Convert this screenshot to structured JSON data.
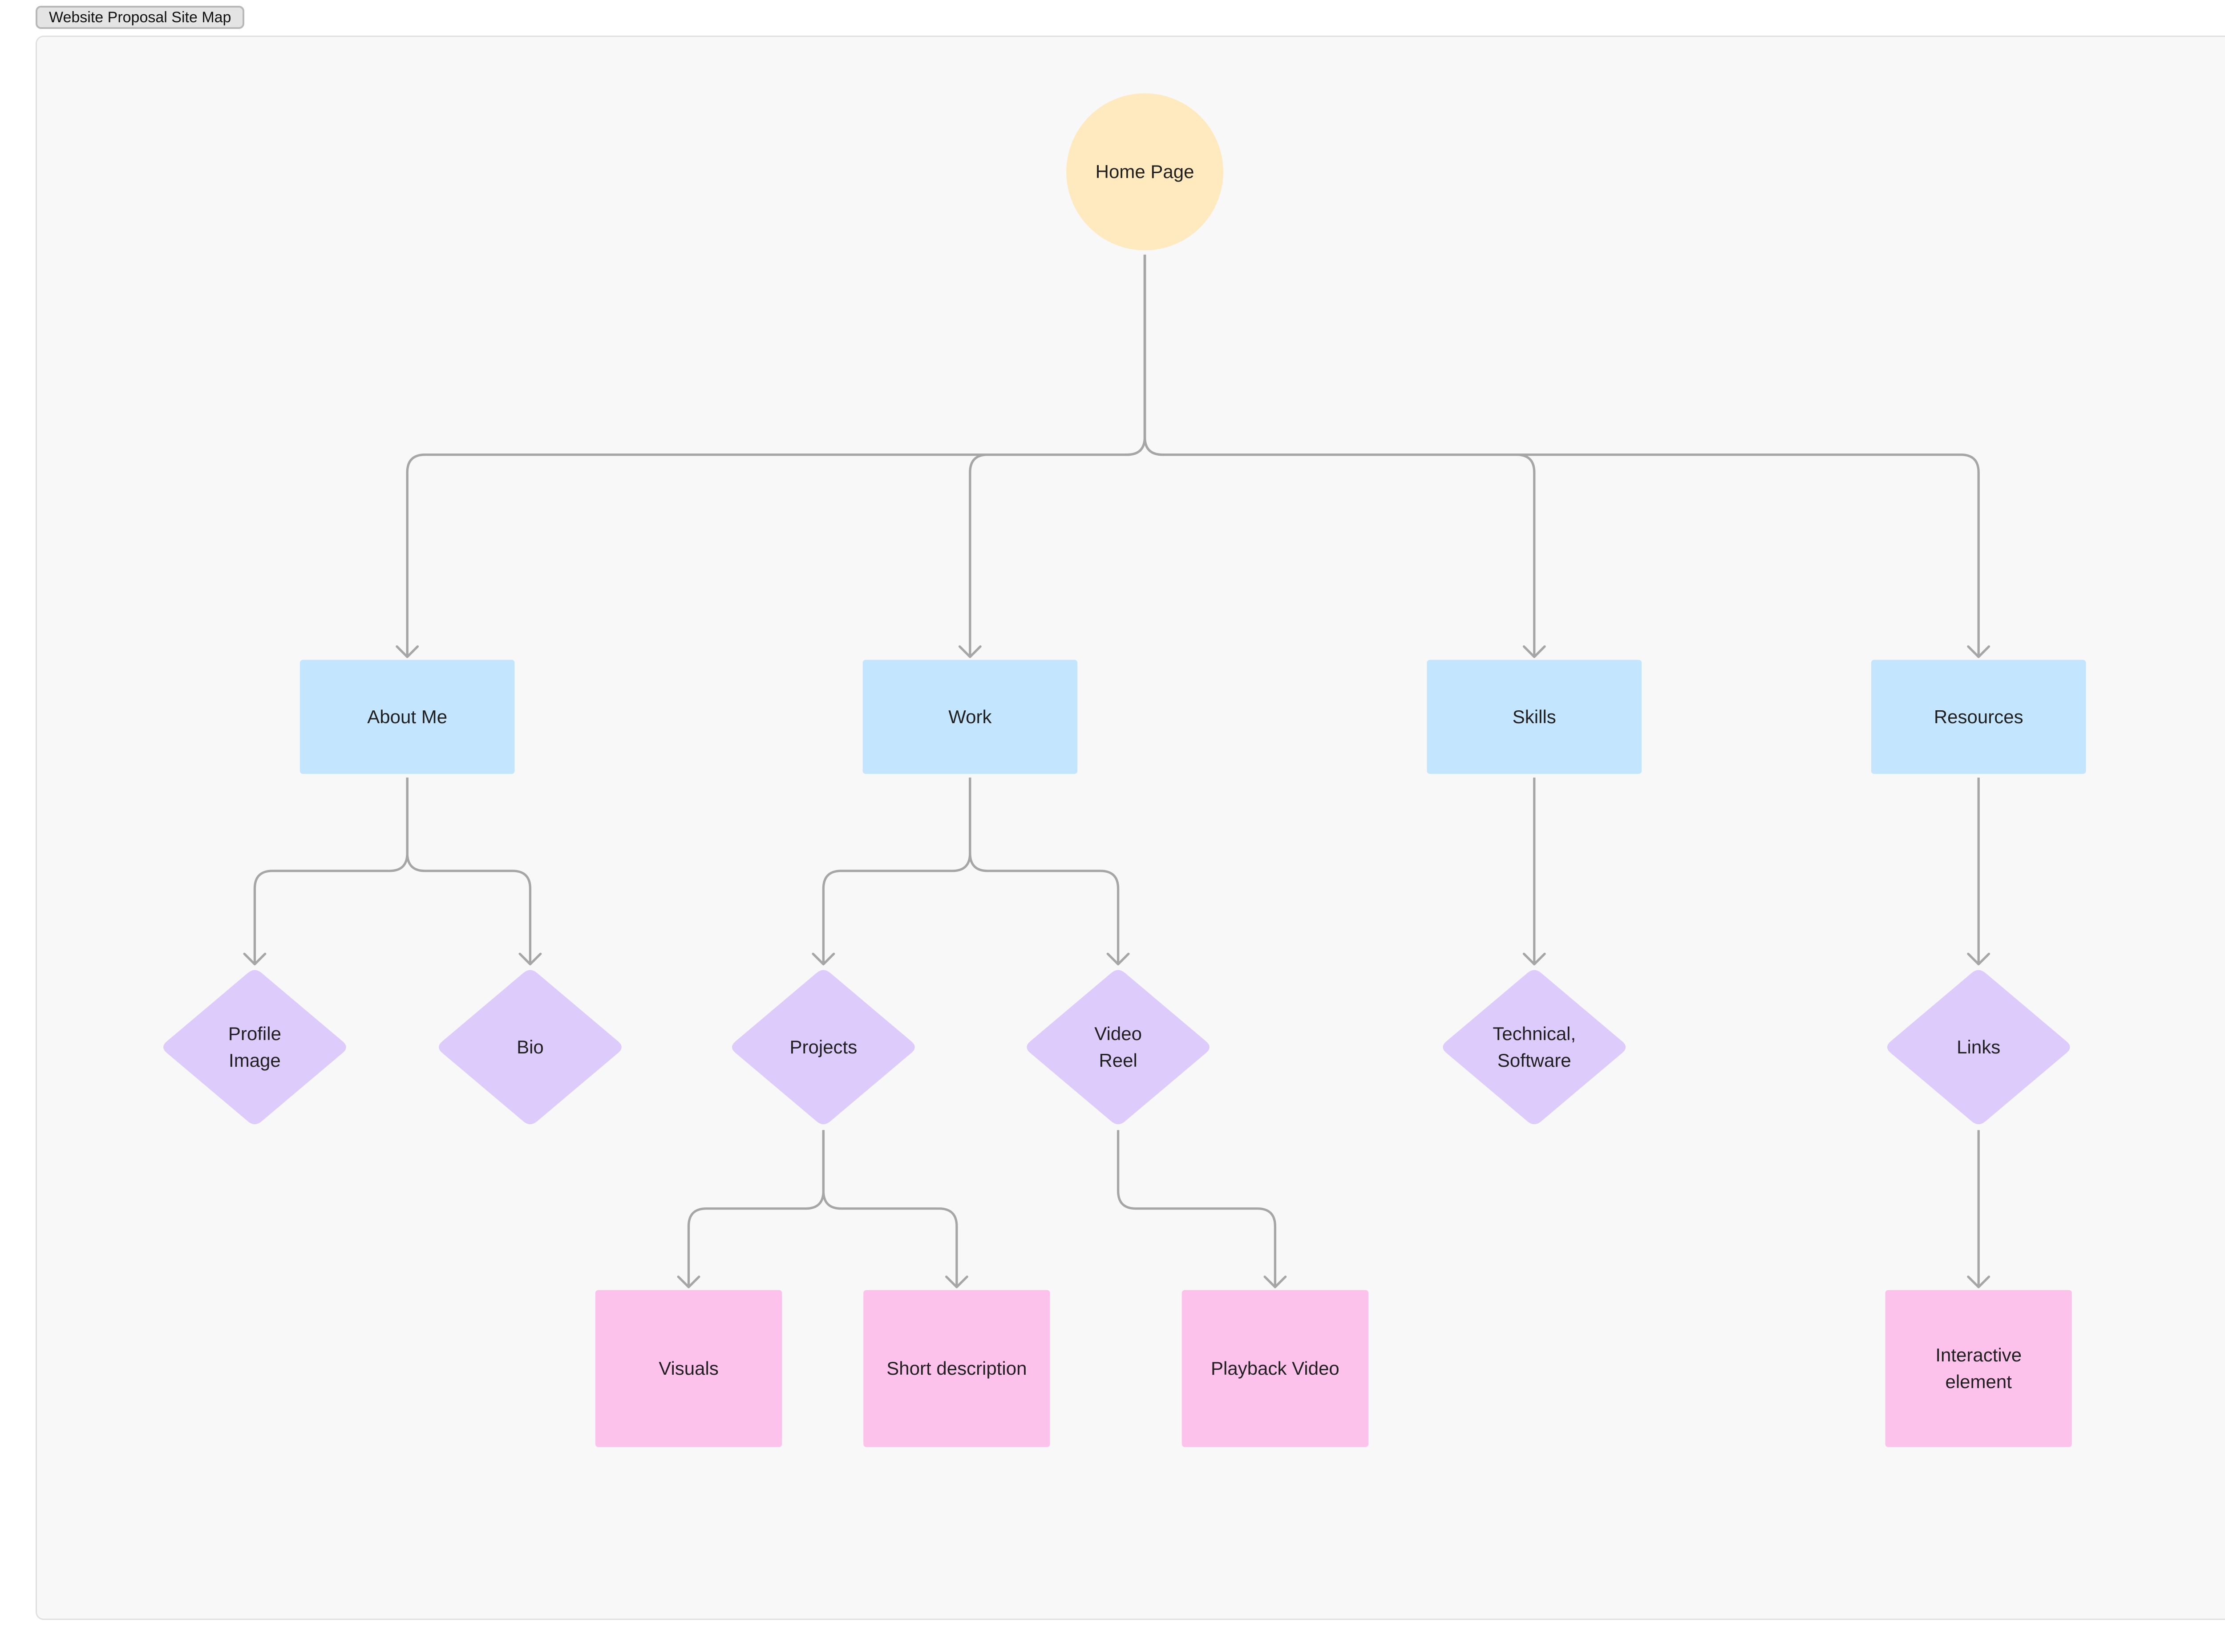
{
  "frame": {
    "title": "Website Proposal Site Map"
  },
  "colors": {
    "root_fill": "#ffeac0",
    "section_fill": "#c3e5fd",
    "decision_fill": "#dccbfb",
    "leaf_fill": "#fdc2eb",
    "connector": "#a6a6a6"
  },
  "nodes": {
    "home": {
      "lines": [
        "Home Page"
      ],
      "shape": "circle"
    },
    "about_me": {
      "lines": [
        "About Me"
      ],
      "shape": "rectangle"
    },
    "work": {
      "lines": [
        "Work"
      ],
      "shape": "rectangle"
    },
    "skills": {
      "lines": [
        "Skills"
      ],
      "shape": "rectangle"
    },
    "resources": {
      "lines": [
        "Resources"
      ],
      "shape": "rectangle"
    },
    "profile_image": {
      "lines": [
        "Profile",
        "Image"
      ],
      "shape": "diamond"
    },
    "bio": {
      "lines": [
        "Bio"
      ],
      "shape": "diamond"
    },
    "projects": {
      "lines": [
        "Projects"
      ],
      "shape": "diamond"
    },
    "video_reel": {
      "lines": [
        "Video",
        "Reel"
      ],
      "shape": "diamond"
    },
    "technical_software": {
      "lines": [
        "Technical,",
        "Software"
      ],
      "shape": "diamond"
    },
    "links": {
      "lines": [
        "Links"
      ],
      "shape": "diamond"
    },
    "visuals": {
      "lines": [
        "Visuals"
      ],
      "shape": "square"
    },
    "short_description": {
      "lines": [
        "Short description"
      ],
      "shape": "square"
    },
    "playback_video": {
      "lines": [
        "Playback Video"
      ],
      "shape": "square"
    },
    "interactive_element": {
      "lines": [
        "Interactive",
        "element"
      ],
      "shape": "square"
    }
  },
  "edges": [
    {
      "from": "home",
      "to": "about_me"
    },
    {
      "from": "home",
      "to": "work"
    },
    {
      "from": "home",
      "to": "skills"
    },
    {
      "from": "home",
      "to": "resources"
    },
    {
      "from": "about_me",
      "to": "profile_image"
    },
    {
      "from": "about_me",
      "to": "bio"
    },
    {
      "from": "work",
      "to": "projects"
    },
    {
      "from": "work",
      "to": "video_reel"
    },
    {
      "from": "skills",
      "to": "technical_software"
    },
    {
      "from": "resources",
      "to": "links"
    },
    {
      "from": "projects",
      "to": "visuals"
    },
    {
      "from": "projects",
      "to": "short_description"
    },
    {
      "from": "video_reel",
      "to": "playback_video"
    },
    {
      "from": "links",
      "to": "interactive_element"
    }
  ]
}
